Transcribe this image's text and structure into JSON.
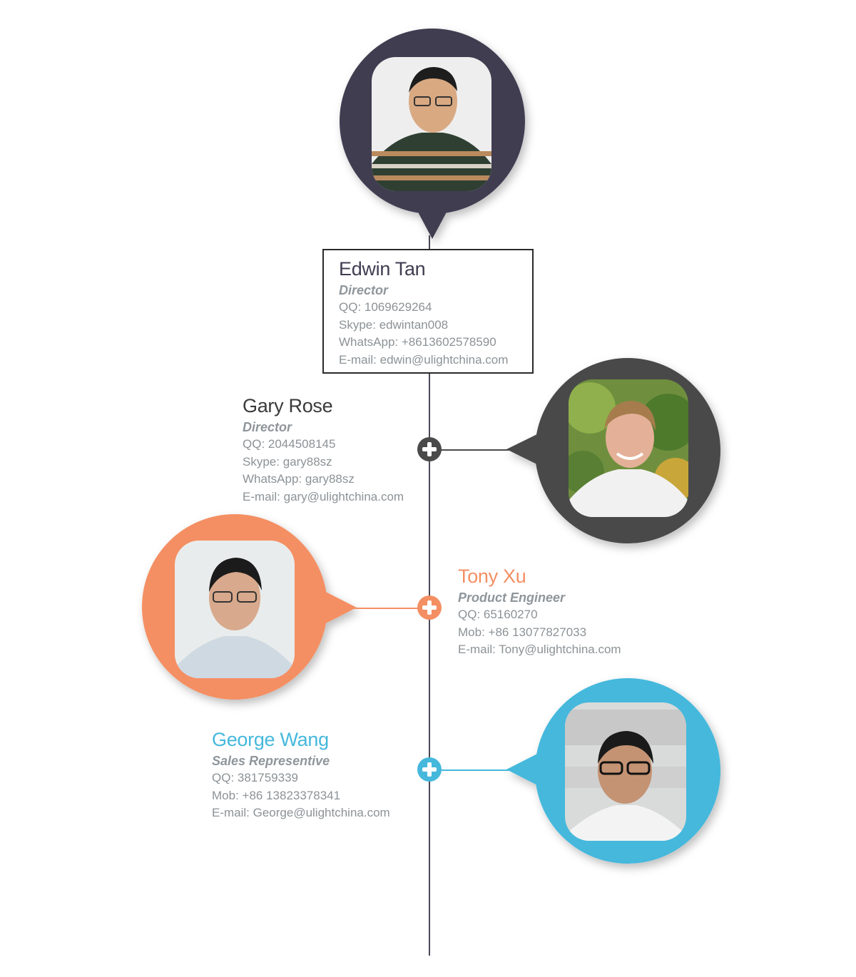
{
  "team": {
    "edwin": {
      "name": "Edwin Tan",
      "role": "Director",
      "qq": "QQ: 1069629264",
      "skype": "Skype: edwintan008",
      "whatsapp": "WhatsApp: +8613602578590",
      "email": "E-mail: edwin@ulightchina.com",
      "pin_color": "#3f3d51"
    },
    "gary": {
      "name": "Gary Rose",
      "role": "Director",
      "qq": "QQ: 2044508145",
      "skype": "Skype: gary88sz",
      "whatsapp": "WhatsApp: gary88sz",
      "email": "E-mail: gary@ulightchina.com",
      "pin_color": "#4a4a4a"
    },
    "tony": {
      "name": "Tony Xu",
      "role": "Product Engineer",
      "qq": "QQ: 65160270",
      "mob": "Mob: +86 13077827033",
      "email": "E-mail:  Tony@ulightchina.com",
      "pin_color": "#f48f63"
    },
    "george": {
      "name": "George Wang",
      "role": "Sales Representive",
      "qq": "QQ: 381759339",
      "mob": "Mob: +86  13823378341",
      "email": "E-mail:  George@ulightchina.com",
      "pin_color": "#45b8dc"
    }
  },
  "icons": {
    "edwin_photo": "person-photo",
    "gary_photo": "person-photo",
    "tony_photo": "person-photo",
    "george_photo": "person-photo",
    "connector": "plus-icon"
  }
}
